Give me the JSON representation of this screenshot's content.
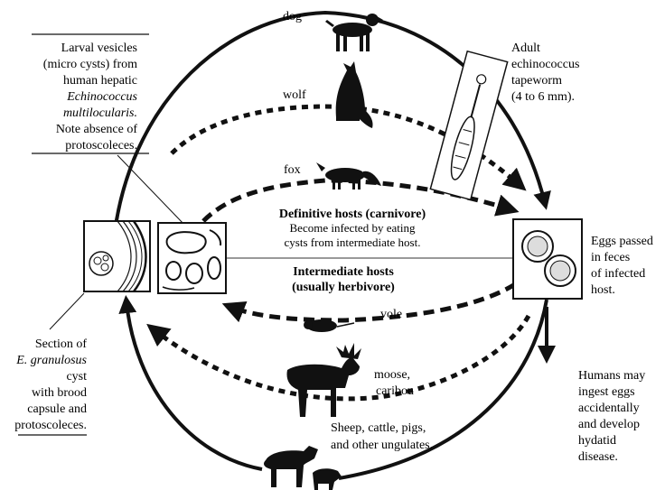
{
  "animals": {
    "dog": "dog",
    "wolf": "wolf",
    "fox": "fox",
    "vole": "vole",
    "moose": "moose,",
    "caribou": "caribou",
    "ungulates_line1": "Sheep, cattle, pigs,",
    "ungulates_line2": "and other ungulates."
  },
  "definitive": {
    "title": "Definitive hosts  (carnivore)",
    "line1": "Become infected by eating",
    "line2": "cysts from intermediate host."
  },
  "intermediate": {
    "line1": "Intermediate hosts",
    "line2": "(usually herbivore)"
  },
  "larval_note": {
    "l1": "Larval vesicles",
    "l2": "(micro cysts) from",
    "l3": "human hepatic",
    "l4": "Echinococcus",
    "l5": "multilocularis.",
    "l6": "Note absence of",
    "l7": "protoscoleces."
  },
  "section_note": {
    "l1": "Section of",
    "l2": "E. granulosus",
    "l3": "cyst",
    "l4": "with brood",
    "l5": "capsule and",
    "l6": "protoscoleces."
  },
  "adult_note": {
    "l1": "Adult",
    "l2": "echinococcus",
    "l3": "tapeworm",
    "l4": "(4 to 6 mm)."
  },
  "eggs_note": {
    "l1": "Eggs passed",
    "l2": "in feces",
    "l3": "of infected",
    "l4": "host."
  },
  "humans_note": {
    "l1": "Humans may",
    "l2": "ingest eggs",
    "l3": "accidentally",
    "l4": "and develop",
    "l5": "hydatid",
    "l6": "disease."
  }
}
